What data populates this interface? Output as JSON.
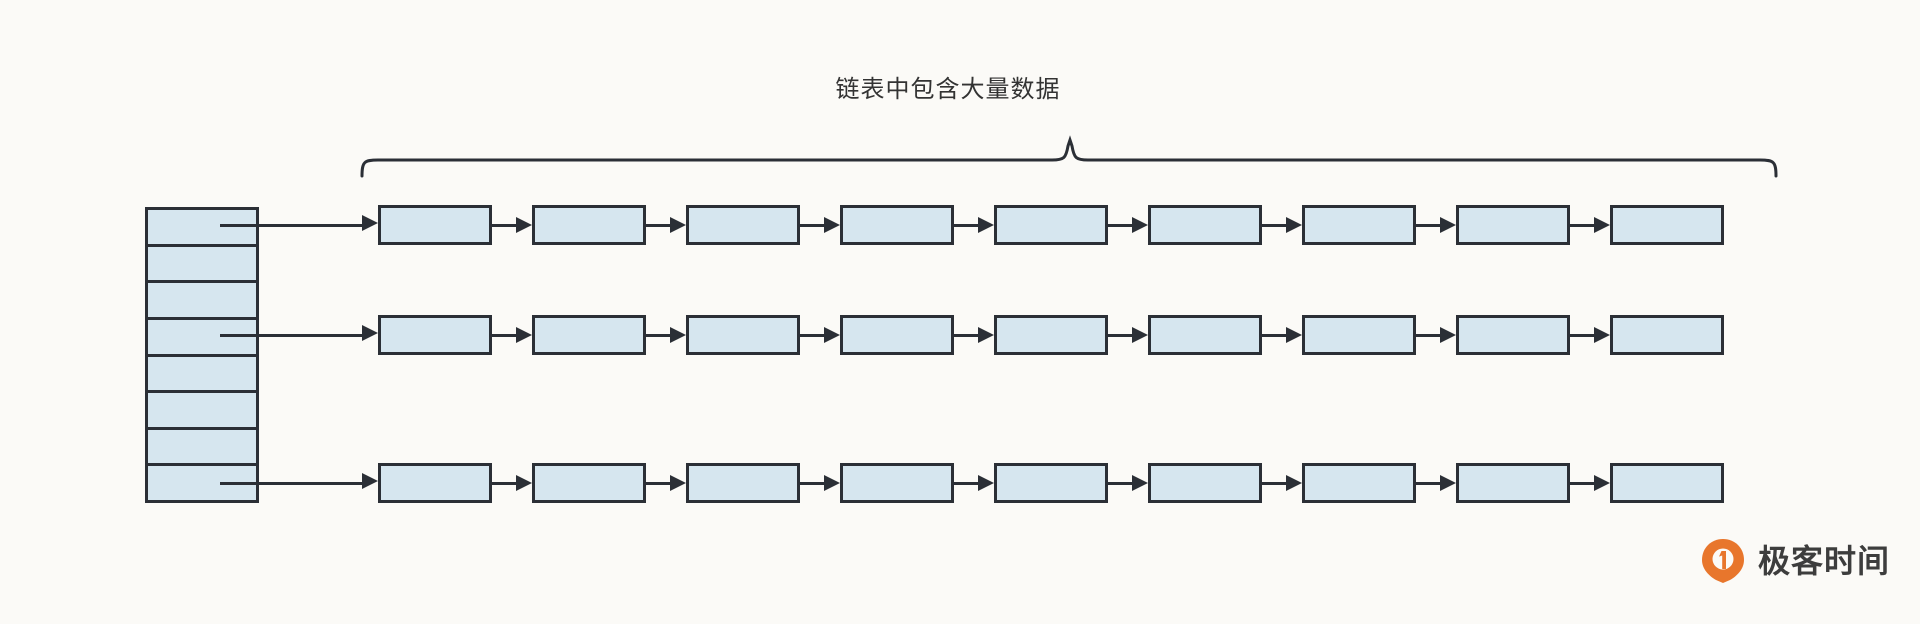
{
  "diagram": {
    "caption": "链表中包含大量数据",
    "background_color": "#fbfaf7",
    "node_fill_color": "#d6e6ef",
    "stroke_color": "#2b2f36",
    "bucket_array": {
      "cell_count": 8,
      "cells": [
        {
          "index": 0,
          "has_link": true
        },
        {
          "index": 1,
          "has_link": false
        },
        {
          "index": 2,
          "has_link": false
        },
        {
          "index": 3,
          "has_link": true
        },
        {
          "index": 4,
          "has_link": false
        },
        {
          "index": 5,
          "has_link": false
        },
        {
          "index": 6,
          "has_link": false
        },
        {
          "index": 7,
          "has_link": true
        }
      ]
    },
    "chains": [
      {
        "source_cell": 0,
        "node_count": 9
      },
      {
        "source_cell": 3,
        "node_count": 9
      },
      {
        "source_cell": 7,
        "node_count": 9
      }
    ],
    "brace": {
      "orientation": "down",
      "peak_label": "链表中包含大量数据"
    }
  },
  "branding": {
    "name": "极客时间",
    "mark_icon": "geektime-pin-icon",
    "mark_color": "#e8762c"
  }
}
